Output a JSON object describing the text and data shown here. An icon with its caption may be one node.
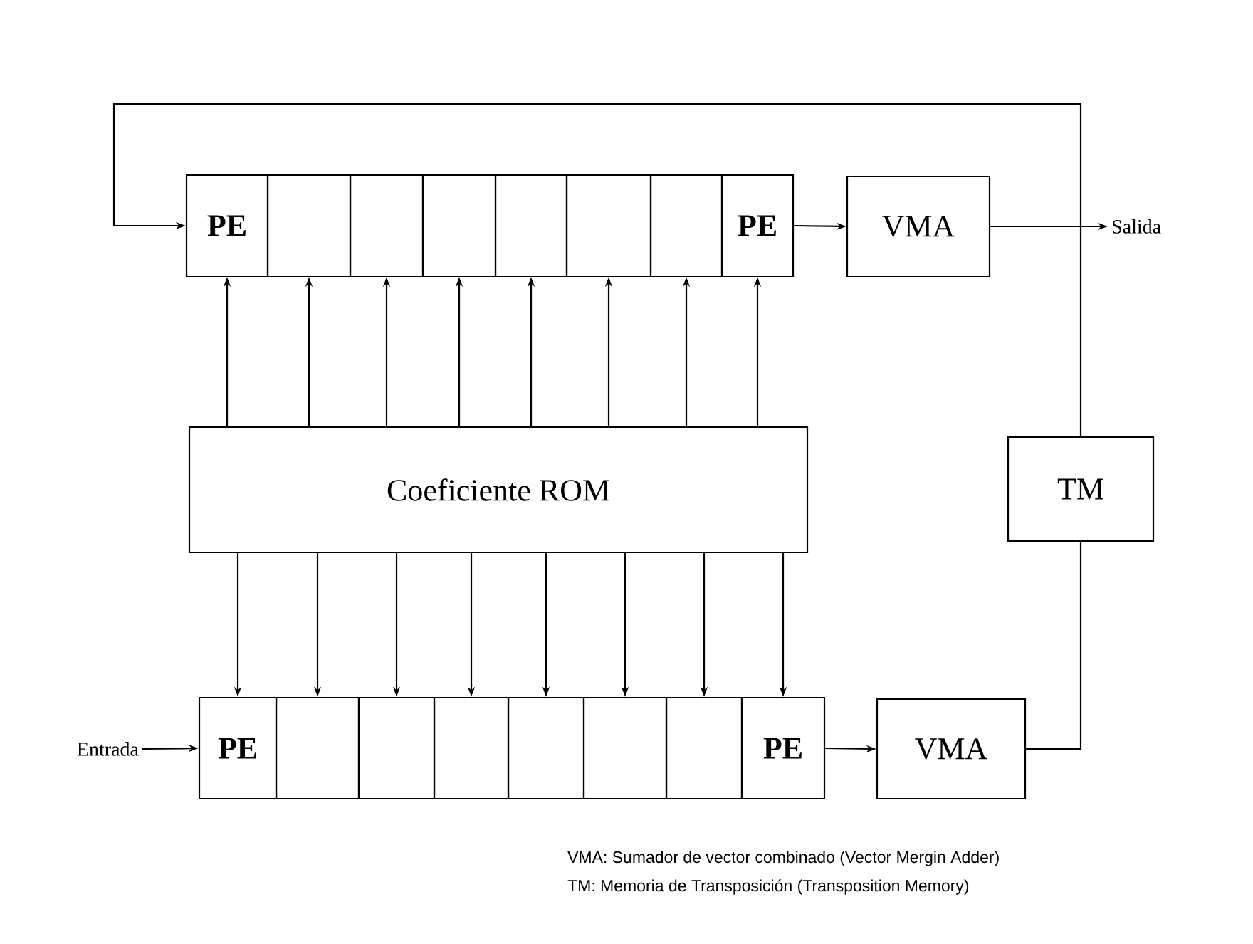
{
  "diagram": {
    "nodes": [
      {
        "text": [
          "PE"
        ]
      },
      {
        "text": [],
        "shape": "box"
      },
      {
        "text": [],
        "shape": "box"
      },
      {
        "text": [],
        "shape": "box"
      },
      {
        "text": [],
        "shape": "box"
      },
      {
        "text": [],
        "shape": "box"
      },
      {
        "text": [],
        "shape": "box"
      },
      {
        "text": [
          "PE"
        ]
      },
      {
        "text": [
          "VMA"
        ]
      },
      {
        "text": [
          "Salida"
        ]
      },
      {
        "text": [
          "Coeficiente ROM"
        ]
      },
      {
        "text": [
          "TM"
        ]
      },
      {
        "text": [
          "Entrada"
        ]
      },
      {
        "text": [
          "PE"
        ]
      },
      {
        "text": [],
        "shape": "box"
      },
      {
        "text": [],
        "shape": "box"
      },
      {
        "text": [],
        "shape": "box"
      },
      {
        "text": [],
        "shape": "box"
      },
      {
        "text": [],
        "shape": "box"
      },
      {
        "text": [],
        "shape": "box"
      },
      {
        "text": [
          "PE"
        ]
      },
      {
        "text": [
          "VMA"
        ]
      }
    ],
    "edges": [
      {
        "from": 10,
        "to": 0,
        "arrow": "to"
      },
      {
        "from": 10,
        "to": 1,
        "arrow": "to"
      },
      {
        "from": 10,
        "to": 2,
        "arrow": "to"
      },
      {
        "from": 10,
        "to": 3,
        "arrow": "to"
      },
      {
        "from": 10,
        "to": 4,
        "arrow": "to"
      },
      {
        "from": 10,
        "to": 5,
        "arrow": "to"
      },
      {
        "from": 10,
        "to": 6,
        "arrow": "to"
      },
      {
        "from": 10,
        "to": 7,
        "arrow": "to"
      },
      {
        "from": 10,
        "to": 13,
        "arrow": "to"
      },
      {
        "from": 10,
        "to": 14,
        "arrow": "to"
      },
      {
        "from": 10,
        "to": 15,
        "arrow": "to"
      },
      {
        "from": 10,
        "to": 16,
        "arrow": "to"
      },
      {
        "from": 10,
        "to": 17,
        "arrow": "to"
      },
      {
        "from": 10,
        "to": 18,
        "arrow": "to"
      },
      {
        "from": 10,
        "to": 19,
        "arrow": "to"
      },
      {
        "from": 10,
        "to": 20,
        "arrow": "to"
      },
      {
        "from": 7,
        "to": 8,
        "arrow": "to"
      },
      {
        "from": 8,
        "to": 9,
        "arrow": "to"
      },
      {
        "from": 12,
        "to": 13,
        "arrow": "to"
      },
      {
        "from": 20,
        "to": 21,
        "arrow": "to"
      },
      {
        "from": 21,
        "to": 11,
        "arrow": "none"
      },
      {
        "from": 11,
        "to": 0,
        "arrow": "to"
      }
    ],
    "labels": [
      "VMA: Sumador de vector combinado (Vector Mergin Adder)",
      "TM: Memoria de Transposición (Transposition Memory)"
    ]
  }
}
